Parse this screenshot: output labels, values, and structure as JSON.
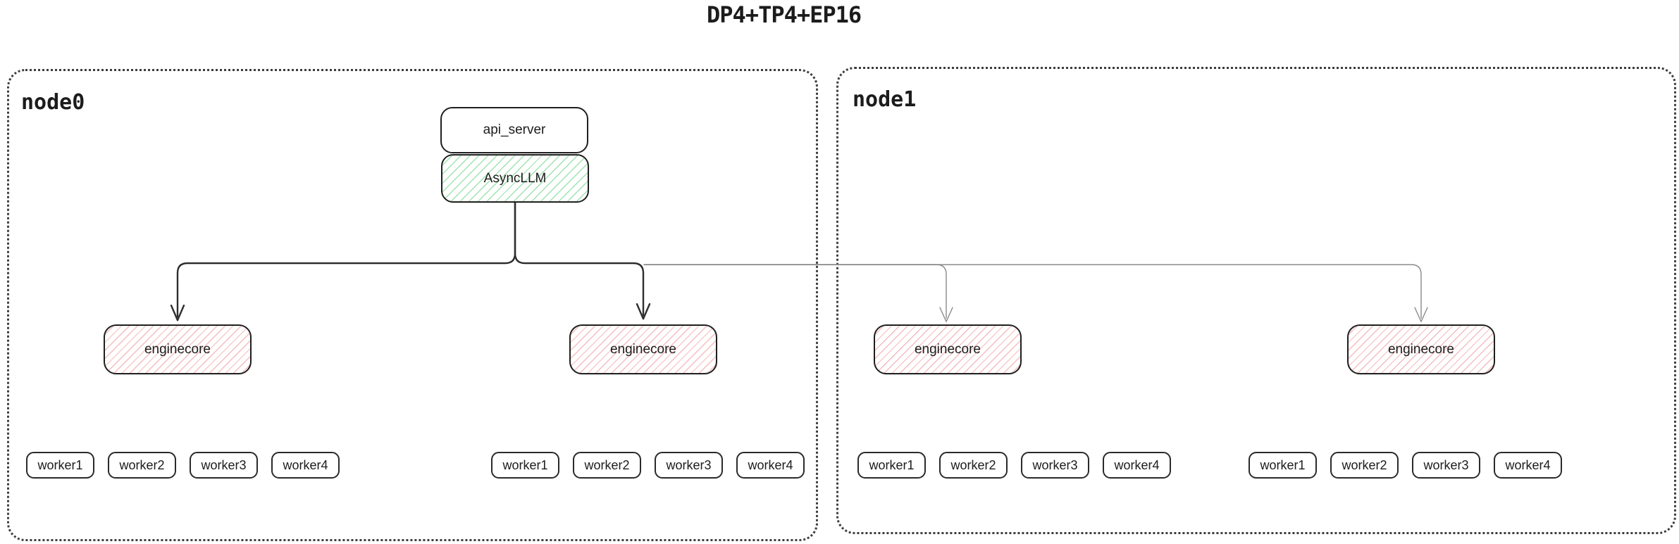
{
  "title": "DP4+TP4+EP16",
  "colors": {
    "border": "#1f1f1f",
    "node_border": "#3d3d3d",
    "text": "#1c1c1c",
    "dark_line": "#2e2e2e",
    "thin_line": "#8a8a8a",
    "green_hatch": "#9fe3ae",
    "red_hatch": "#f5bdbd"
  },
  "nodes": [
    {
      "label": "node0",
      "stack": {
        "api_server": "api_server",
        "async_llm": "AsyncLLM"
      },
      "enginecores": [
        {
          "label": "enginecore",
          "workers": [
            "worker1",
            "worker2",
            "worker3",
            "worker4"
          ]
        },
        {
          "label": "enginecore",
          "workers": [
            "worker1",
            "worker2",
            "worker3",
            "worker4"
          ]
        }
      ]
    },
    {
      "label": "node1",
      "enginecores": [
        {
          "label": "enginecore",
          "workers": [
            "worker1",
            "worker2",
            "worker3",
            "worker4"
          ]
        },
        {
          "label": "enginecore",
          "workers": [
            "worker1",
            "worker2",
            "worker3",
            "worker4"
          ]
        }
      ]
    }
  ]
}
